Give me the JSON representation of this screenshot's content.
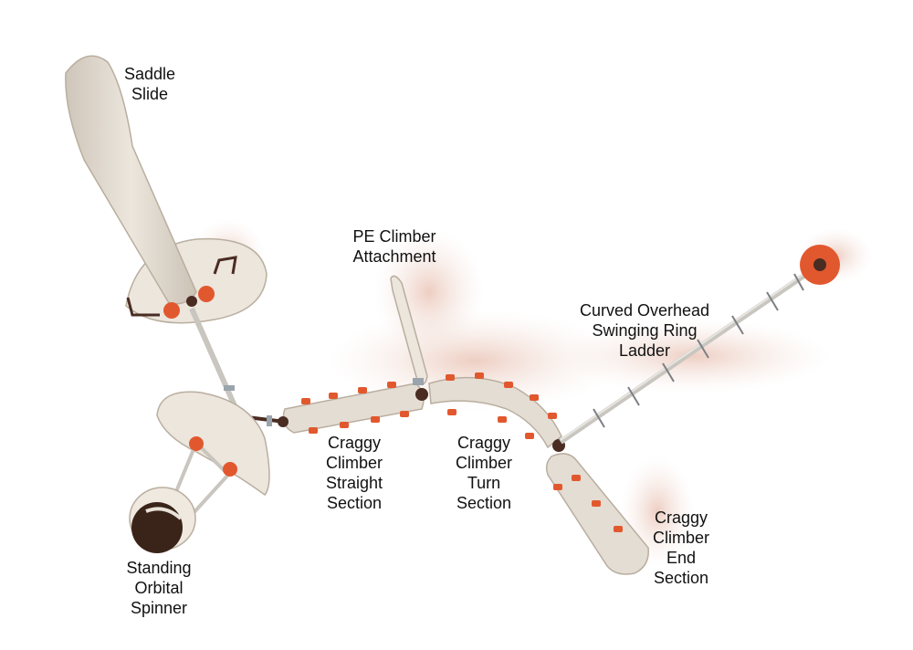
{
  "labels": {
    "saddle_slide": [
      "Saddle",
      "Slide"
    ],
    "pe_climber_attachment": [
      "PE Climber",
      "Attachment"
    ],
    "ring_ladder": [
      "Curved Overhead",
      "Swinging Ring",
      "Ladder"
    ],
    "straight_section": [
      "Craggy",
      "Climber",
      "Straight",
      "Section"
    ],
    "turn_section": [
      "Craggy",
      "Climber",
      "Turn",
      "Section"
    ],
    "end_section": [
      "Craggy",
      "Climber",
      "End",
      "Section"
    ],
    "orbital_spinner": [
      "Standing",
      "Orbital",
      "Spinner"
    ]
  },
  "colors": {
    "background": "#ffffff",
    "panel": "#e4ddd3",
    "panel_edge": "#b9ae9f",
    "accent": "#e2582e",
    "post": "#4a2c22",
    "bar": "#c9c6c0",
    "shadow": "#e9c9bd"
  }
}
